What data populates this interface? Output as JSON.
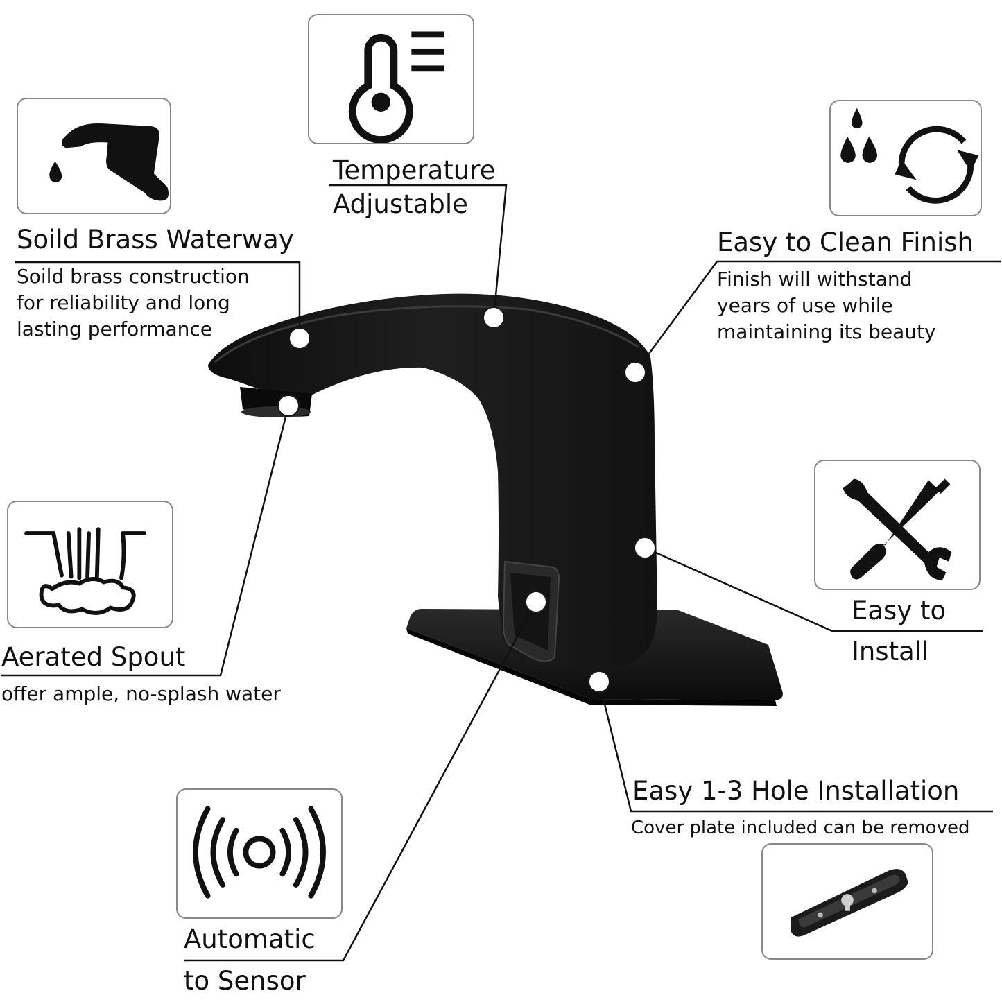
{
  "features": {
    "brass": {
      "title": "Soild Brass Waterway",
      "desc": [
        "Soild brass construction",
        "for reliability and long",
        "lasting performance"
      ],
      "icon": "faucet-icon"
    },
    "temperature": {
      "title": [
        "Temperature",
        "Adjustable"
      ],
      "icon": "thermometer-icon"
    },
    "clean": {
      "title": "Easy to Clean Finish",
      "desc": [
        "Finish will withstand",
        "years of use while",
        "maintaining its beauty"
      ],
      "icon": "droplets-cycle-icon"
    },
    "aerated": {
      "title": "Aerated Spout",
      "desc": "offer ample, no-splash water",
      "icon": "aerated-water-icon"
    },
    "install": {
      "title": [
        "Easy to",
        "Install"
      ],
      "icon": "wrench-screwdriver-icon"
    },
    "holes": {
      "title": "Easy 1-3 Hole Installation",
      "desc": "Cover plate included can be removed",
      "icon": "cover-plate-icon"
    },
    "sensor": {
      "title": [
        "Automatic",
        "to Sensor"
      ],
      "icon": "sensor-waves-icon"
    }
  },
  "colors": {
    "product": "#161616",
    "ink": "#111111",
    "frame": "#888888",
    "background": "#ffffff"
  }
}
